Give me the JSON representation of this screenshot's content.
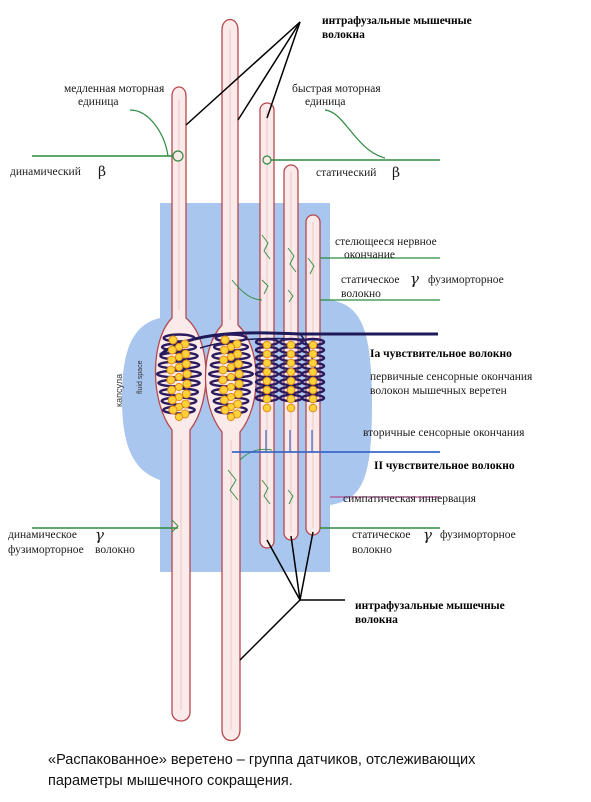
{
  "labels": {
    "intrafusal_top_line1": "интрафузальные мышечные",
    "intrafusal_top_line2": "волокна",
    "slow_motor_line1": "медленная моторная",
    "slow_motor_line2": "единица",
    "fast_motor_line1": "быстрая моторная",
    "fast_motor_line2": "единица",
    "dynamic_beta": "динамический",
    "static_beta": "статический",
    "beta_symbol": "β",
    "trail_ending_line1": "стелющееся нервное",
    "trail_ending_line2": "окончание",
    "static_gamma_line1_a": "статическое",
    "static_gamma_line1_b": "фузиморторное",
    "static_gamma_line2": "волокно",
    "gamma_symbol": "γ",
    "capsule": "капсула",
    "fluid_space": "fluid space",
    "ia_fiber": "Ia чувствительное волокно",
    "primary_endings_line1": "первичные сенсорные окончания",
    "primary_endings_line2": "волокон мышечных веретен",
    "secondary_endings": "вторичные сенсорные окончания",
    "ii_fiber": "II чувствительное волокно",
    "sympathetic": "симпатическая иннервация",
    "dynamic_gamma_line1": "динамическое",
    "dynamic_gamma_line2_a": "фузиморторное",
    "dynamic_gamma_line2_b": "волокно",
    "static_gamma2_a": "статическое",
    "static_gamma2_b": "фузиморторное",
    "static_gamma2_line2": "волокно",
    "intrafusal_bottom_line1": "интрафузальные мышечные",
    "intrafusal_bottom_line2": "волокна"
  },
  "caption": {
    "line1": "«Распакованное» веретено – группа датчиков, отслеживающих",
    "line2": "параметры мышечного сокращения."
  },
  "colors": {
    "capsule": "#a9c6ee",
    "fiber_fill": "#fbeaea",
    "fiber_stroke": "#b7474d",
    "nerve_green": "#2e8b3f",
    "ia_fiber": "#1e1a5a",
    "ii_fiber": "#3b67c7",
    "nucleus_fill": "#ffd23a",
    "nucleus_stroke": "#e08a1b",
    "coil": "#2a1a5e",
    "sympathetic": "#b24b8e"
  }
}
